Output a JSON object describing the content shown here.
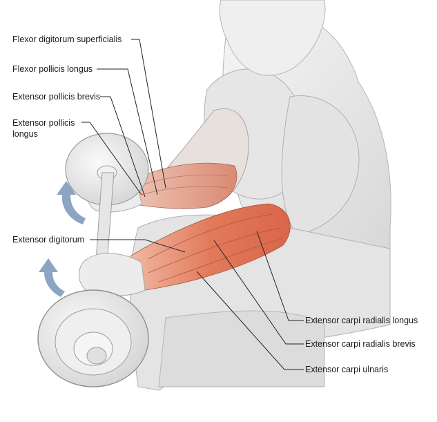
{
  "labels": {
    "flexor_digitorum_superficialis": "Flexor digitorum superficialis",
    "flexor_pollicis_longus": "Flexor pollicis longus",
    "extensor_pollicis_brevis": "Extensor pollicis brevis",
    "extensor_pollicis_longus": "Extensor pollicis longus",
    "extensor_digitorum": "Extensor digitorum",
    "extensor_carpi_radialis_longus": "Extensor carpi radialis longus",
    "extensor_carpi_radialis_brevis": "Extensor carpi radialis brevis",
    "extensor_carpi_ulnaris": "Extensor carpi ulnaris"
  },
  "colors": {
    "muscle": "#e0785a",
    "muscle_light": "#f2b9a2",
    "skin": "#ececec",
    "outline": "#9a9a9a",
    "arrow": "#7f9bbd",
    "leader": "#222222"
  }
}
